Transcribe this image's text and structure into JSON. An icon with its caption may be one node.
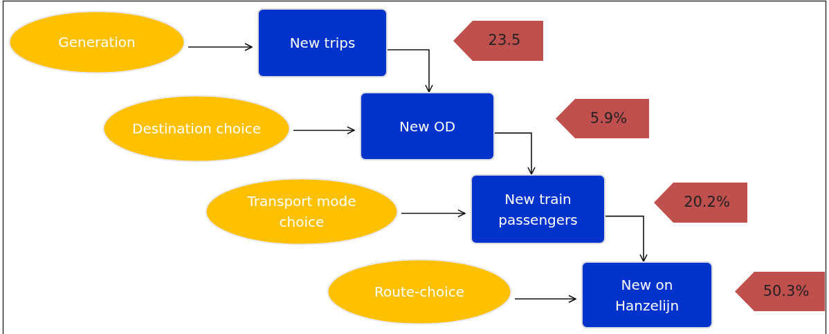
{
  "diagram": {
    "nodes": [
      {
        "text": [
          "Generation"
        ]
      },
      {
        "text": [
          "Destination choice"
        ]
      },
      {
        "text": [
          "Transport mode choice"
        ]
      },
      {
        "text": [
          "Route-choice"
        ]
      },
      {
        "text": [
          "New trips"
        ]
      },
      {
        "text": [
          "New OD"
        ]
      },
      {
        "text": [
          "New train passengers"
        ]
      },
      {
        "text": [
          "New on Hanzelijn"
        ]
      },
      {
        "text": [
          "23.5"
        ]
      },
      {
        "text": [
          "5.9%"
        ]
      },
      {
        "text": [
          "20.2%"
        ]
      },
      {
        "text": [
          "50.3%"
        ]
      }
    ],
    "edges": [
      {
        "from": 0,
        "to": 4,
        "arrow": "to"
      },
      {
        "from": 4,
        "to": 5,
        "arrow": "to"
      },
      {
        "from": 1,
        "to": 5,
        "arrow": "to"
      },
      {
        "from": 5,
        "to": 6,
        "arrow": "to"
      },
      {
        "from": 2,
        "to": 6,
        "arrow": "to"
      },
      {
        "from": 6,
        "to": 7,
        "arrow": "to"
      },
      {
        "from": 3,
        "to": 7,
        "arrow": "to"
      }
    ]
  }
}
